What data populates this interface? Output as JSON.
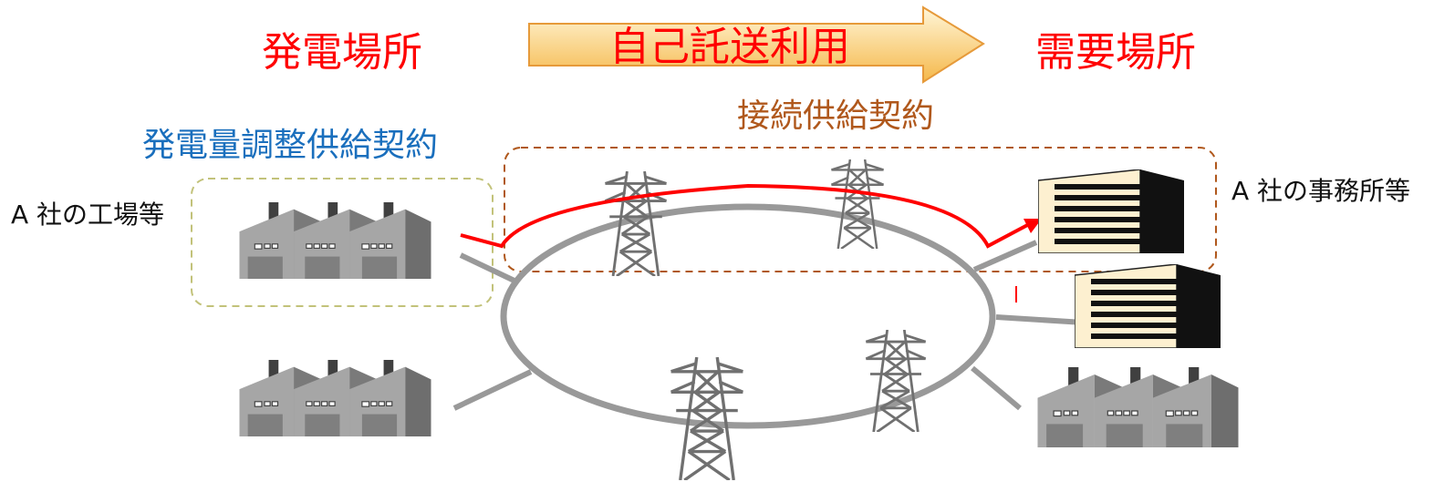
{
  "labels": {
    "generation_site": "発電場所",
    "self_consignment": "自己託送利用",
    "demand_site": "需要場所",
    "connection_contract": "接続供給契約",
    "generation_adjustment_contract": "発電量調整供給契約",
    "company_a_factory": "A 社の工場等",
    "company_a_office": "A 社の事務所等"
  },
  "colors": {
    "red_text": "#ff0000",
    "blue_text": "#1a6fbd",
    "brown_text": "#b0581c",
    "power_line_red": "#ff0000",
    "grid_gray": "#999999",
    "arrow_fill_top": "#fff2c9",
    "arrow_fill_bottom": "#f5b84a",
    "arrow_stroke": "#e69a3a",
    "dashed_brown": "#b0581c",
    "dashed_olive": "#c2c27a"
  },
  "icons": {
    "factory": "factory-icon",
    "office": "office-building-icon",
    "tower": "transmission-tower-icon"
  }
}
